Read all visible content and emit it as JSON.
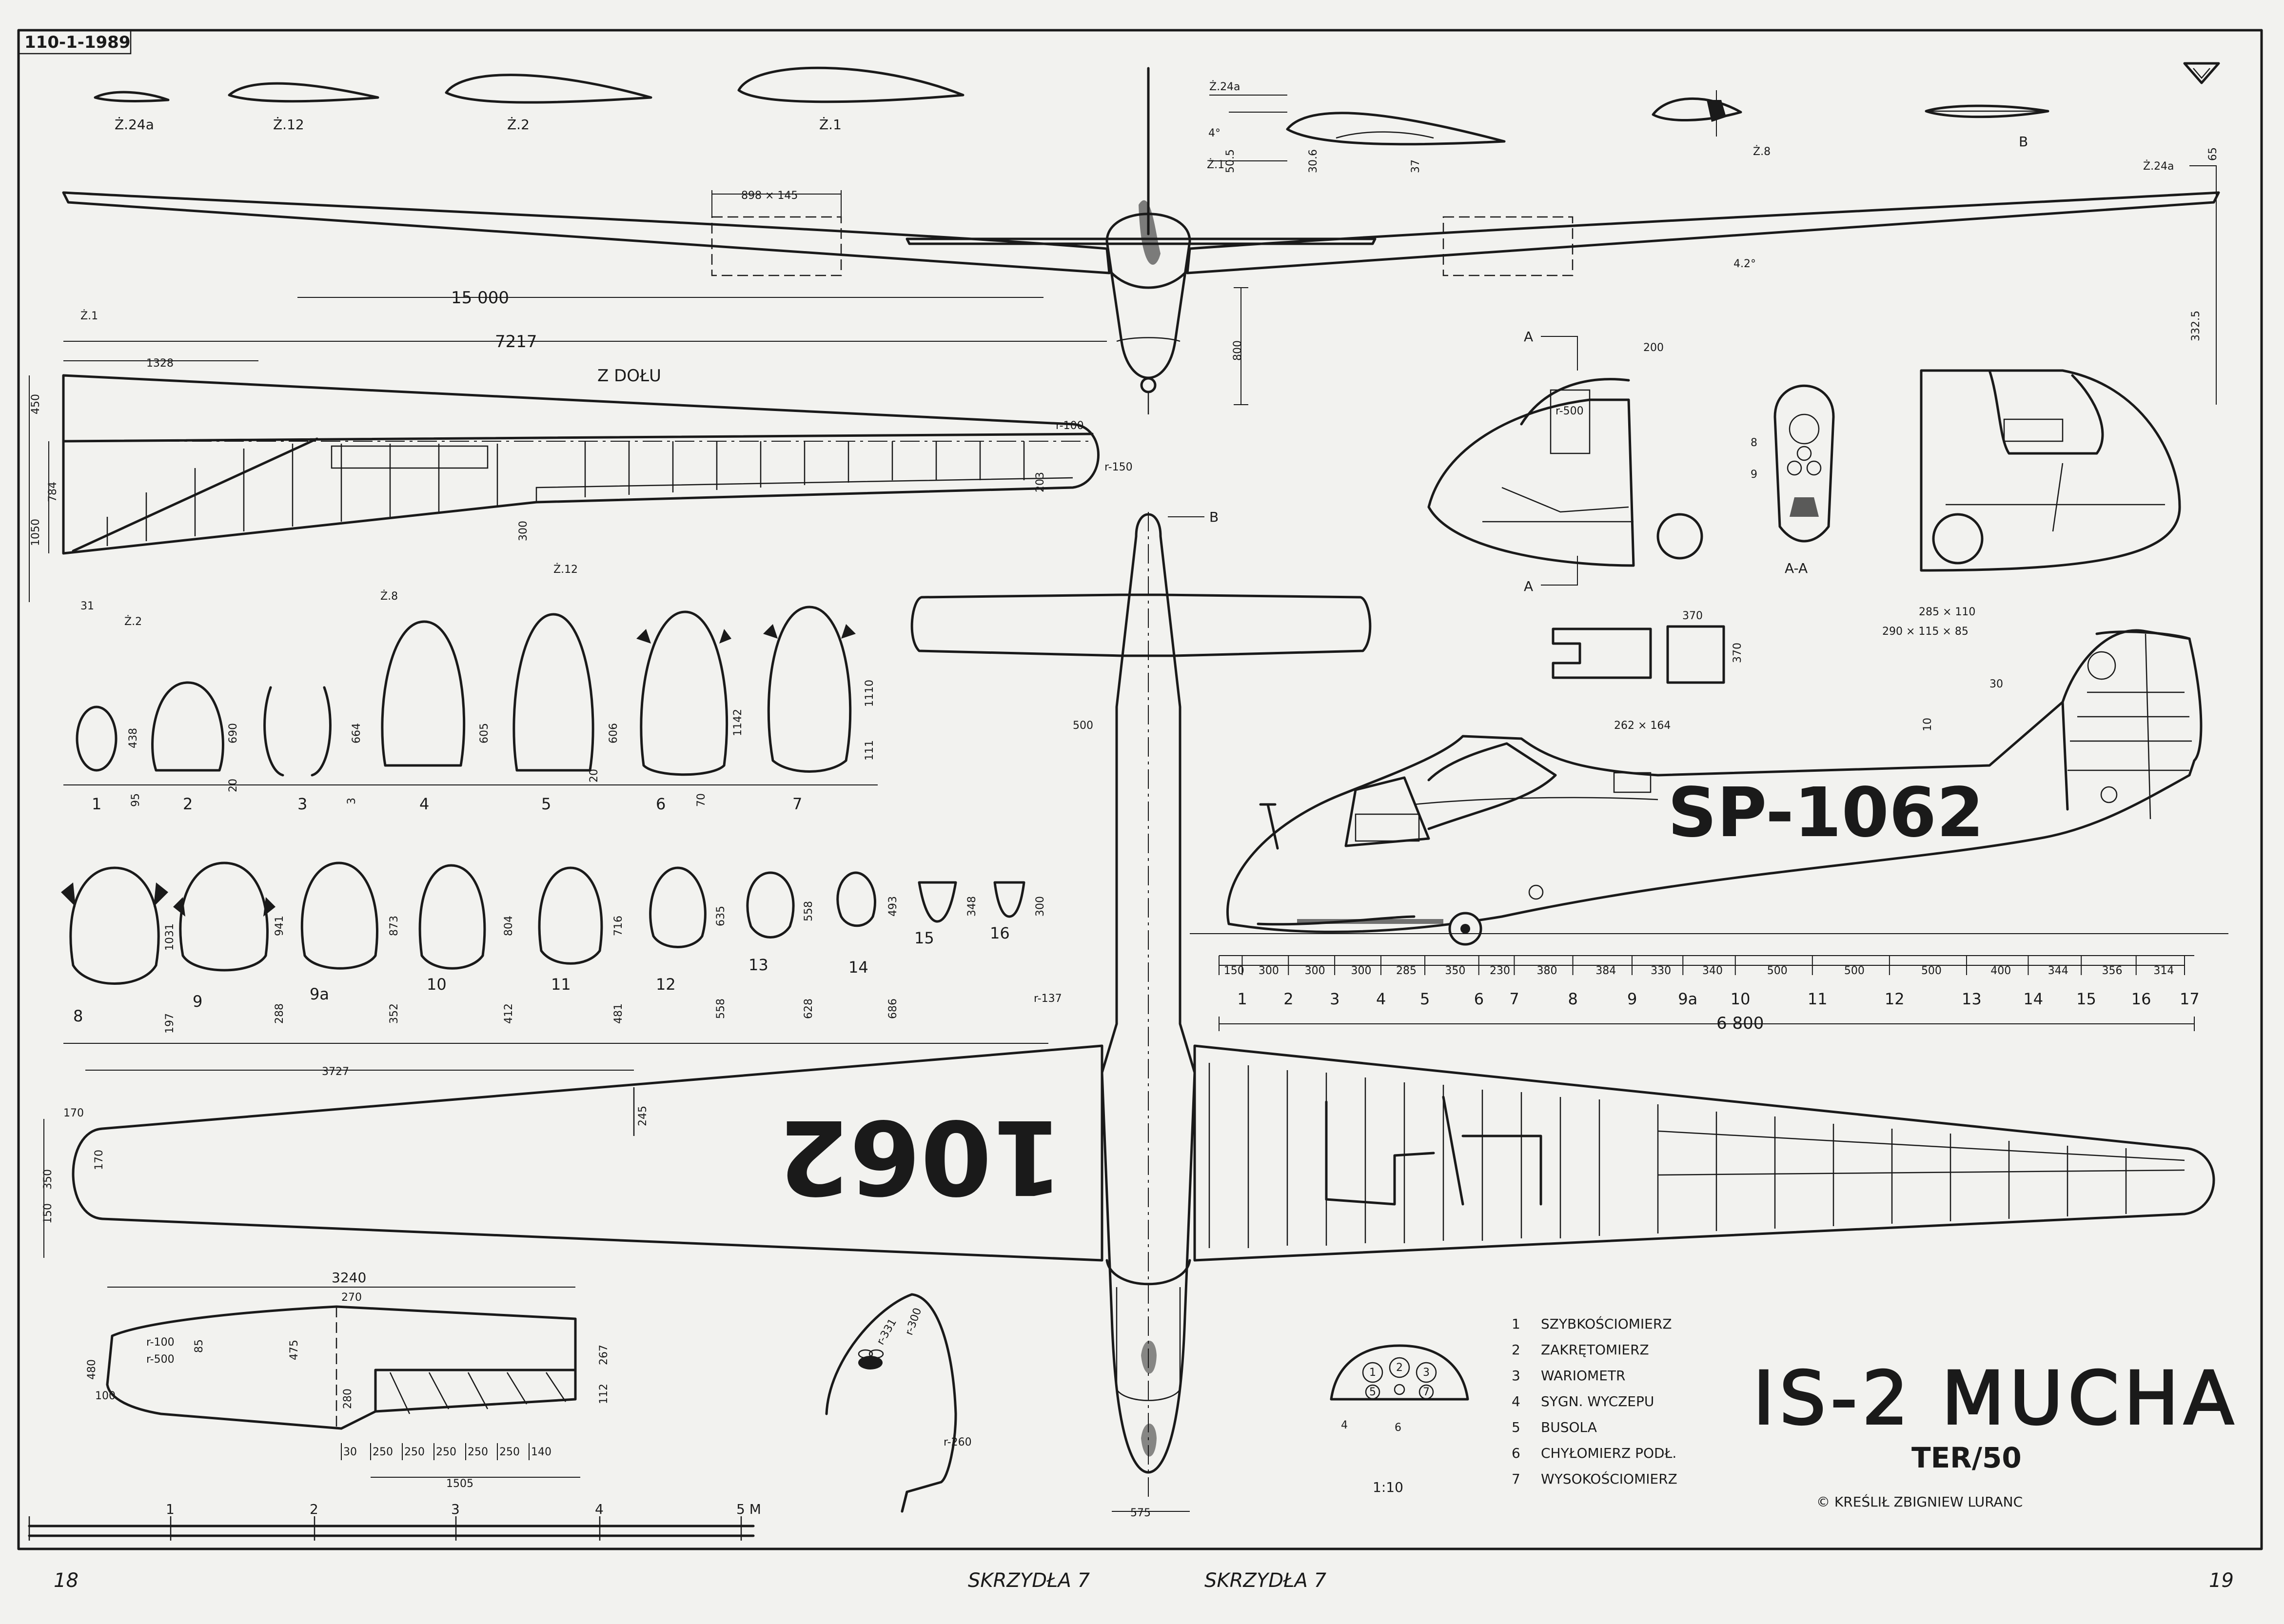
{
  "drawing_ref": "110-1-1989",
  "title": "IS-2 MUCHA",
  "subtitle": "TER/50",
  "author": "© KREŚLIŁ ZBIGNIEW LURANC",
  "registration_side": "SP-1062",
  "registration_wing": "1062",
  "view_label_bottom": "Z DOŁU",
  "instruments_scale": "1:10",
  "instrument_legend": [
    {
      "num": "1",
      "name": "SZYBKOŚCIOMIERZ"
    },
    {
      "num": "2",
      "name": "ZAKRĘTOMIERZ"
    },
    {
      "num": "3",
      "name": "WARIOMETR"
    },
    {
      "num": "4",
      "name": "SYGN. WYCZEPU"
    },
    {
      "num": "5",
      "name": "BUSOLA"
    },
    {
      "num": "6",
      "name": "CHYŁOMIERZ PODŁ."
    },
    {
      "num": "7",
      "name": "WYSOKOŚCIOMIERZ"
    }
  ],
  "instrument_panel_numbers": [
    "1",
    "2",
    "3",
    "4",
    "5",
    "6",
    "7"
  ],
  "airfoil_labels": [
    "Ż.24a",
    "Ż.12",
    "Ż.2",
    "Ż.1"
  ],
  "root_section": {
    "labels": [
      "Ż.24a",
      "Ż.1"
    ],
    "dims": [
      "4°",
      "50.5",
      "30.6",
      "37"
    ]
  },
  "section_z8": "Ż.8",
  "section_b": "B",
  "dims_front": {
    "span": "15 000",
    "half": "7217",
    "root_chord_part": "1328",
    "spoiler": "898 × 145",
    "dihedral": "4.2°",
    "height": "800",
    "tip_label": "Ż.24a",
    "tip_dim": "65",
    "tip_height": "332.5"
  },
  "wing_bottom_dims": {
    "dims": [
      "450",
      "784",
      "1050",
      "31",
      "300",
      "203",
      "r-100",
      "r-150"
    ],
    "labels": [
      "Ż.1",
      "Ż.2",
      "Ż.8",
      "Ż.12"
    ]
  },
  "fuselage_sections_row1": [
    {
      "id": "1",
      "dims": [
        "438",
        "95"
      ]
    },
    {
      "id": "2",
      "dims": [
        "690",
        "20"
      ]
    },
    {
      "id": "3",
      "dims": [
        "664",
        "3"
      ]
    },
    {
      "id": "4",
      "dims": [
        "605"
      ]
    },
    {
      "id": "5",
      "dims": [
        "606",
        "20"
      ]
    },
    {
      "id": "6",
      "dims": [
        "1142",
        "70"
      ]
    },
    {
      "id": "7",
      "dims": [
        "1110",
        "111"
      ]
    }
  ],
  "fuselage_sections_row2": [
    {
      "id": "8",
      "dims": [
        "1031",
        "197"
      ]
    },
    {
      "id": "9",
      "dims": [
        "941",
        "288"
      ]
    },
    {
      "id": "9a",
      "dims": [
        "873",
        "352"
      ]
    },
    {
      "id": "10",
      "dims": [
        "804",
        "412"
      ]
    },
    {
      "id": "11",
      "dims": [
        "716",
        "481"
      ]
    },
    {
      "id": "12",
      "dims": [
        "635",
        "558"
      ]
    },
    {
      "id": "13",
      "dims": [
        "558",
        "628"
      ]
    },
    {
      "id": "14",
      "dims": [
        "493",
        "686"
      ]
    },
    {
      "id": "15",
      "dims": [
        "348"
      ]
    },
    {
      "id": "16",
      "dims": [
        "300"
      ]
    }
  ],
  "station_spacing": [
    "150",
    "300",
    "300",
    "300",
    "285",
    "350",
    "230",
    "380",
    "384",
    "330",
    "340",
    "500",
    "500",
    "500",
    "400",
    "344",
    "356",
    "314"
  ],
  "station_numbers": [
    "1",
    "2",
    "3",
    "4",
    "5",
    "6",
    "7",
    "8",
    "9",
    "9a",
    "10",
    "11",
    "12",
    "13",
    "14",
    "15",
    "16",
    "17"
  ],
  "fuselage_length": "6 800",
  "cockpit_labels": {
    "section": "A",
    "aa": "A-A",
    "width": "200",
    "radius": "r-500",
    "wheel1": "285 × 110",
    "wheel2": "290 × 115 × 85",
    "seat_w": "370",
    "seat_h": "370",
    "mark8": "8",
    "mark9": "9"
  },
  "side_view_dims": [
    "262 × 164",
    "30",
    "10"
  ],
  "top_view_dims": {
    "tail_w": "500",
    "fuse_r": "r-137",
    "tail_b": "575",
    "label_b": "B"
  },
  "left_wing_dims": [
    "3727",
    "245",
    "170",
    "350",
    "150",
    "170"
  ],
  "stabilizer_dims": {
    "span": "3240",
    "root": "270",
    "r1": "r-100",
    "r2": "r-500",
    "c1": "85",
    "c2": "475",
    "h1": "480",
    "h2": "100",
    "d1": "280",
    "d2": "267",
    "d3": "112",
    "ribs": [
      "30",
      "250",
      "250",
      "250",
      "250",
      "250",
      "140"
    ],
    "total": "1505"
  },
  "fin_dims": [
    "r-331",
    "r-300",
    "r-260"
  ],
  "scale_bar": [
    "1",
    "2",
    "3",
    "4",
    "5 M"
  ],
  "footer": {
    "page_left": "18",
    "page_right": "19",
    "mag_left": "SKRZYDŁA 7",
    "mag_right": "SKRZYDŁA 7"
  }
}
